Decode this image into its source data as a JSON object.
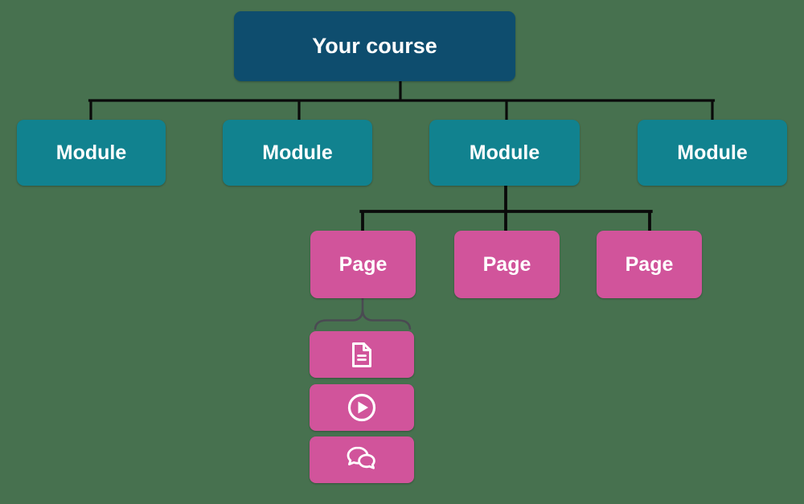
{
  "canvas": {
    "background_color": "#47714F"
  },
  "colors": {
    "root_box": "#0E4D6E",
    "module_box": "#11828F",
    "page_box": "#D1549B",
    "connector": "#0A0A0A",
    "brace": "#4A4A52",
    "icon": "#FFFFFF"
  },
  "root": {
    "label": "Your course"
  },
  "modules": [
    {
      "label": "Module"
    },
    {
      "label": "Module"
    },
    {
      "label": "Module"
    },
    {
      "label": "Module"
    }
  ],
  "pages": [
    {
      "label": "Page"
    },
    {
      "label": "Page"
    },
    {
      "label": "Page"
    }
  ],
  "content_items": [
    {
      "icon": "document-icon",
      "type": "document"
    },
    {
      "icon": "play-icon",
      "type": "video"
    },
    {
      "icon": "chat-icon",
      "type": "discussion"
    }
  ]
}
